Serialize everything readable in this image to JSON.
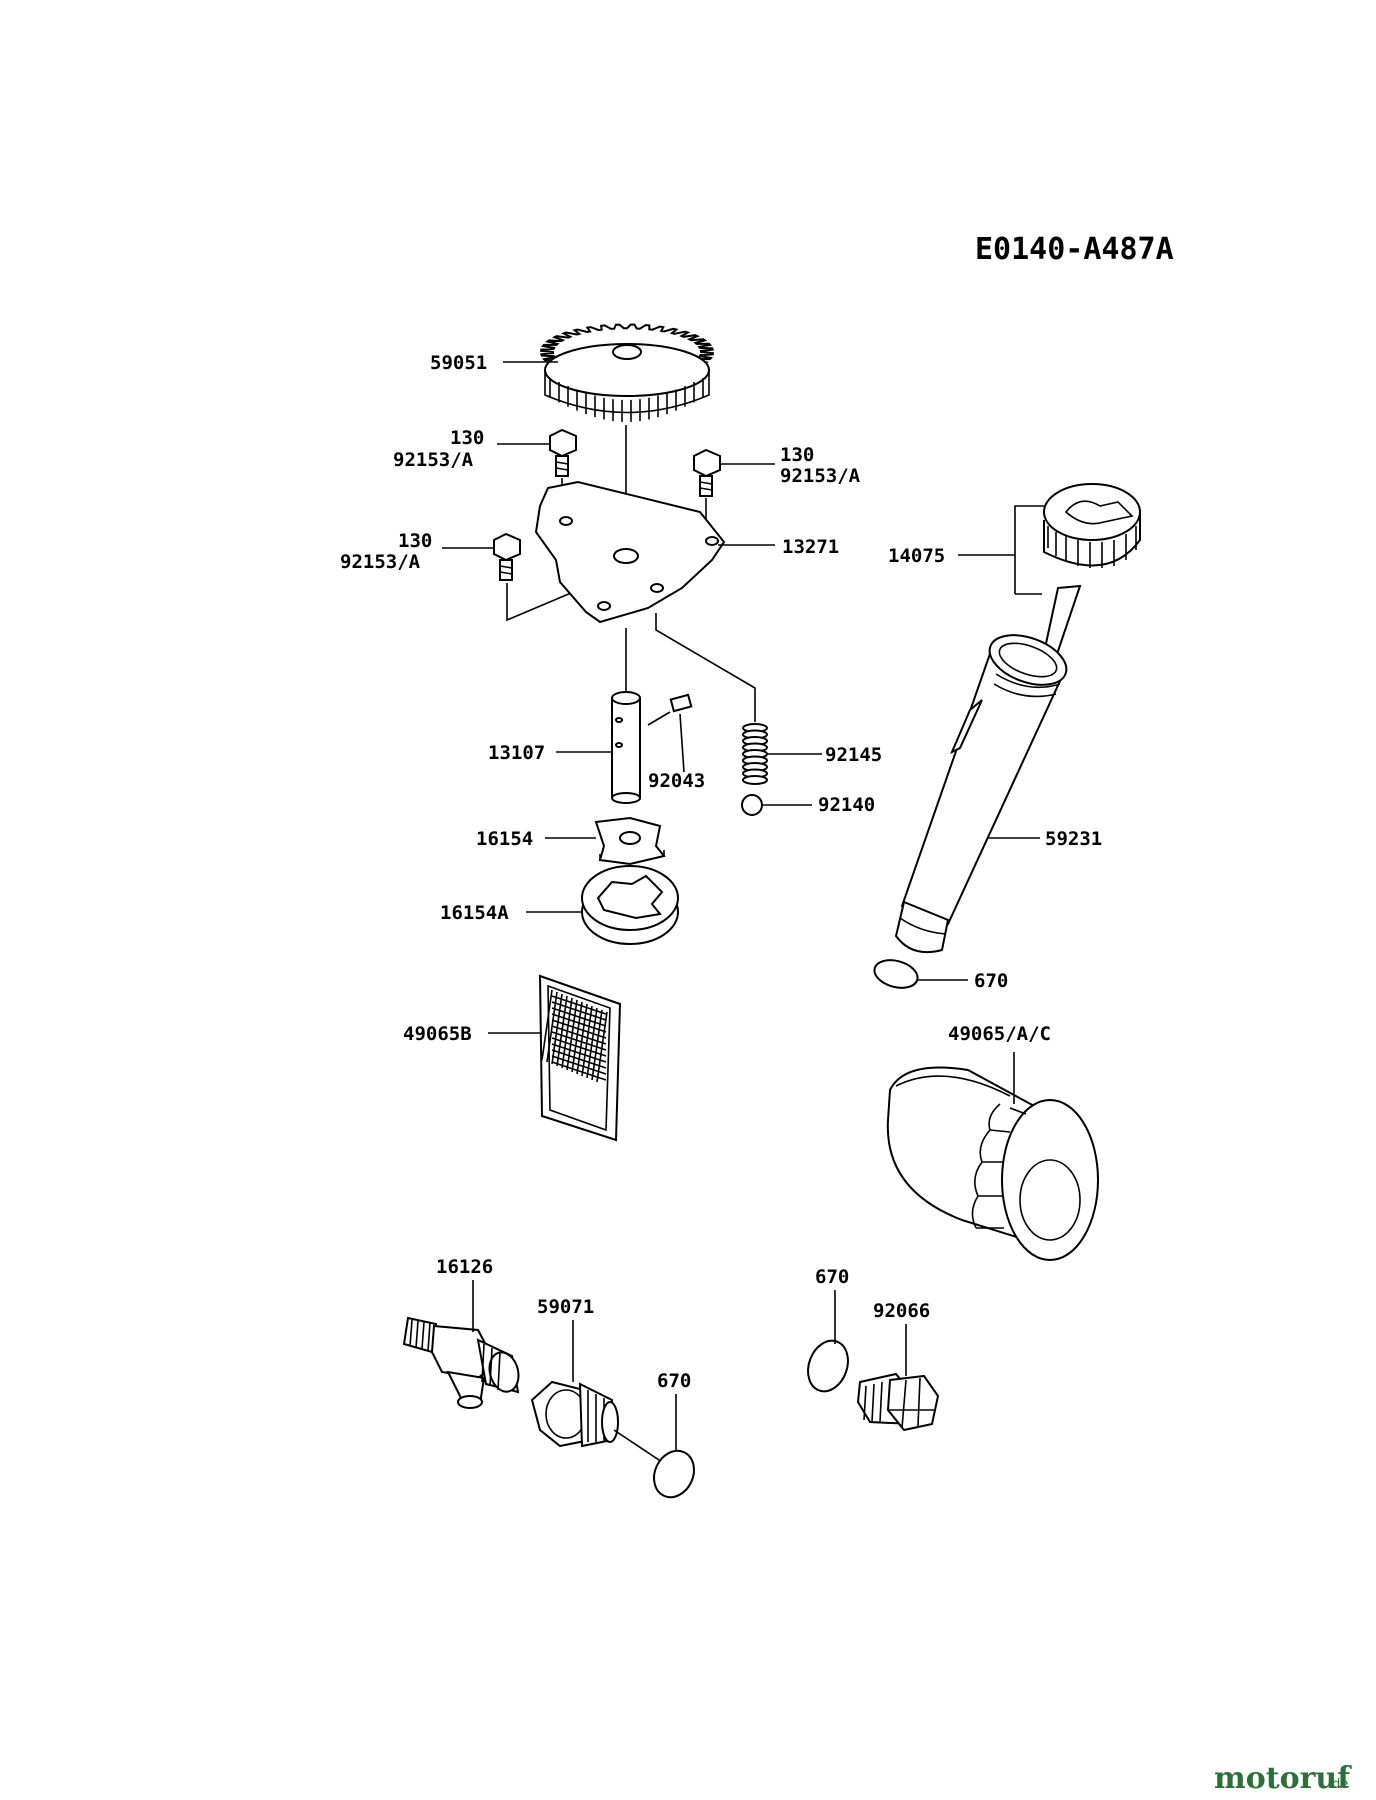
{
  "diagram_code": "E0140-A487A",
  "labels": [
    {
      "key": "gear",
      "text": "59051"
    },
    {
      "key": "bolt_a_qty",
      "text": "130"
    },
    {
      "key": "bolt_a_part",
      "text": "92153/A"
    },
    {
      "key": "bolt_b_qty",
      "text": "130"
    },
    {
      "key": "bolt_b_part",
      "text": "92153/A"
    },
    {
      "key": "bolt_c_qty",
      "text": "130"
    },
    {
      "key": "bolt_c_part",
      "text": "92153/A"
    },
    {
      "key": "plate",
      "text": "13271"
    },
    {
      "key": "shaft",
      "text": "13107"
    },
    {
      "key": "pin",
      "text": "92043"
    },
    {
      "key": "spring",
      "text": "92145"
    },
    {
      "key": "ball",
      "text": "92140"
    },
    {
      "key": "inner_rotor",
      "text": "16154"
    },
    {
      "key": "outer_rotor",
      "text": "16154A"
    },
    {
      "key": "screen",
      "text": "49065B"
    },
    {
      "key": "dipstick",
      "text": "14075"
    },
    {
      "key": "filler_tube",
      "text": "59231"
    },
    {
      "key": "oring_tube",
      "text": "670"
    },
    {
      "key": "oil_filter",
      "text": "49065/A/C"
    },
    {
      "key": "fitting",
      "text": "16126"
    },
    {
      "key": "switch",
      "text": "59071"
    },
    {
      "key": "oring_switch",
      "text": "670"
    },
    {
      "key": "oring_plug",
      "text": "670"
    },
    {
      "key": "drain_plug",
      "text": "92066"
    }
  ],
  "watermark": {
    "brand": "motoruf",
    "tld": ".de",
    "color_brand": "#2e6e3a",
    "color_dot": "#c0392b"
  }
}
